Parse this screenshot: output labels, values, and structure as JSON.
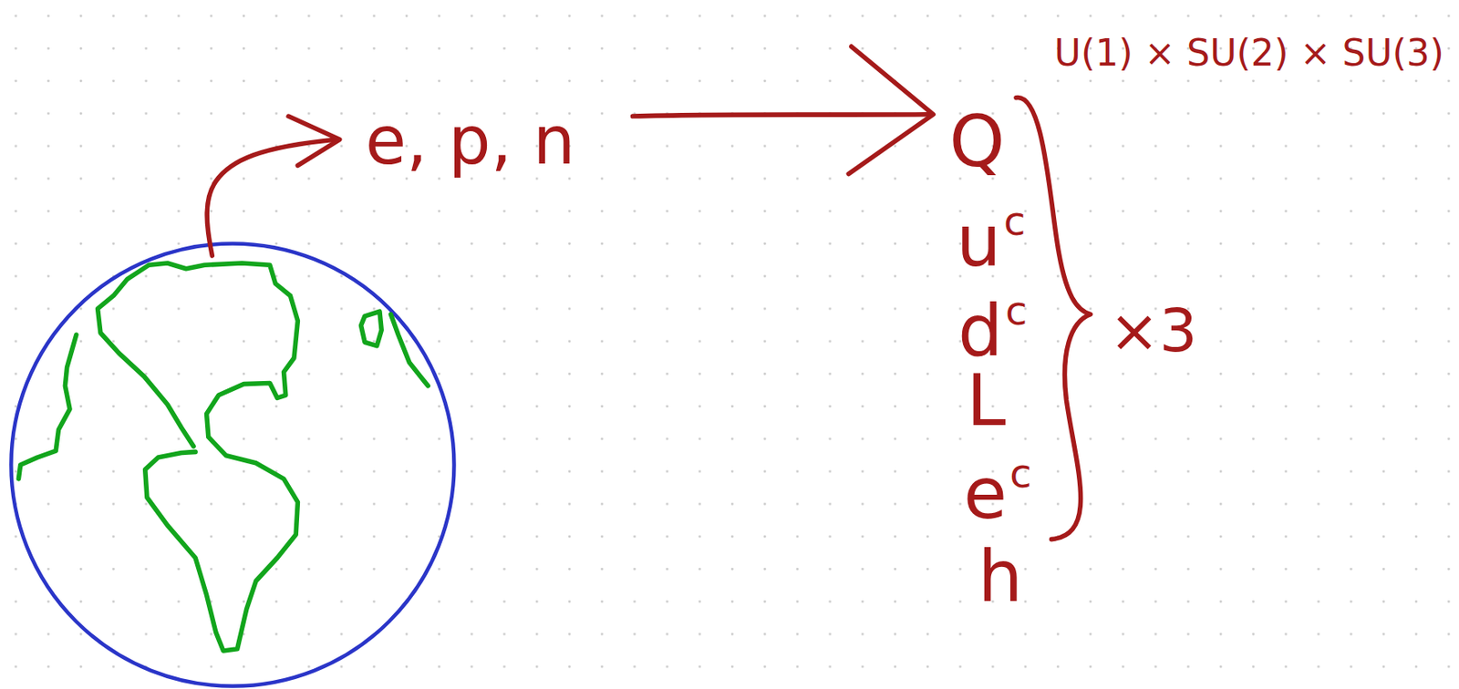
{
  "diagram": {
    "labels": [
      "U(1) × SU(2) × SU(3)",
      "e, p, n",
      "Q",
      "u",
      "c",
      "d",
      "c",
      "L",
      "e",
      "c",
      "h",
      "×3"
    ]
  }
}
